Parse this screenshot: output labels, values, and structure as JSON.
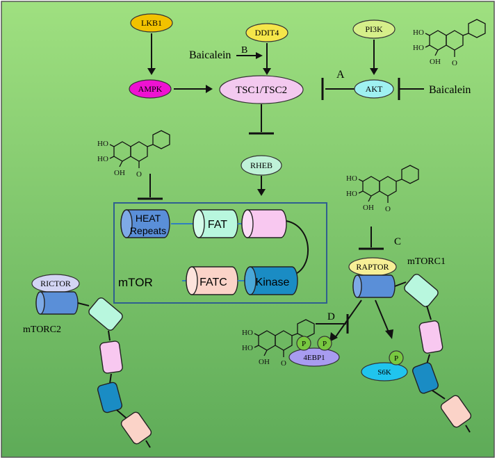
{
  "colors": {
    "background_top": "#9fe080",
    "background_bottom": "#5eab58",
    "lkb1": "#f2c200",
    "ddit4": "#f5e64a",
    "pi3k": "#d6ef8a",
    "ampk": "#ee12d2",
    "tsc": "#f3c9ef",
    "akt": "#9ff1f1",
    "rheb": "#bff2d8",
    "raptor": "#f6ef96",
    "rictor": "#d3d5f4",
    "ebp": "#a89cf0",
    "s6k": "#20c4ee",
    "phospho": "#78c840",
    "heat": "#5a8fd8",
    "fat": "#b8f7de",
    "pink": "#f8c8f0",
    "fatc": "#fbd3c8",
    "kinase": "#1a8cc4",
    "box_stroke": "#2f5f8f"
  },
  "nodes": {
    "lkb1": "LKB1",
    "ddit4": "DDIT4",
    "pi3k": "PI3K",
    "ampk": "AMPK",
    "tsc": "TSC1/TSC2",
    "akt": "AKT",
    "rheb": "RHEB",
    "raptor": "RAPTOR",
    "rictor": "RICTOR",
    "ebp": "4EBP1",
    "s6k": "S6K",
    "phospho": "P"
  },
  "labels": {
    "baicalein_b": "Baicalein",
    "baicalein_a": "Baicalein",
    "a": "A",
    "b": "B",
    "c": "C",
    "d": "D",
    "mtorc1": "mTORC1",
    "mtorc2": "mTORC2",
    "mtor": "mTOR"
  },
  "mtor_domains": {
    "heat_line1": "HEAT",
    "heat_line2": "Repeats",
    "fat": "FAT",
    "fatc": "FATC",
    "kinase": "Kinase"
  },
  "molecule": {
    "oh": "OH",
    "ho": "HO",
    "o": "O"
  }
}
